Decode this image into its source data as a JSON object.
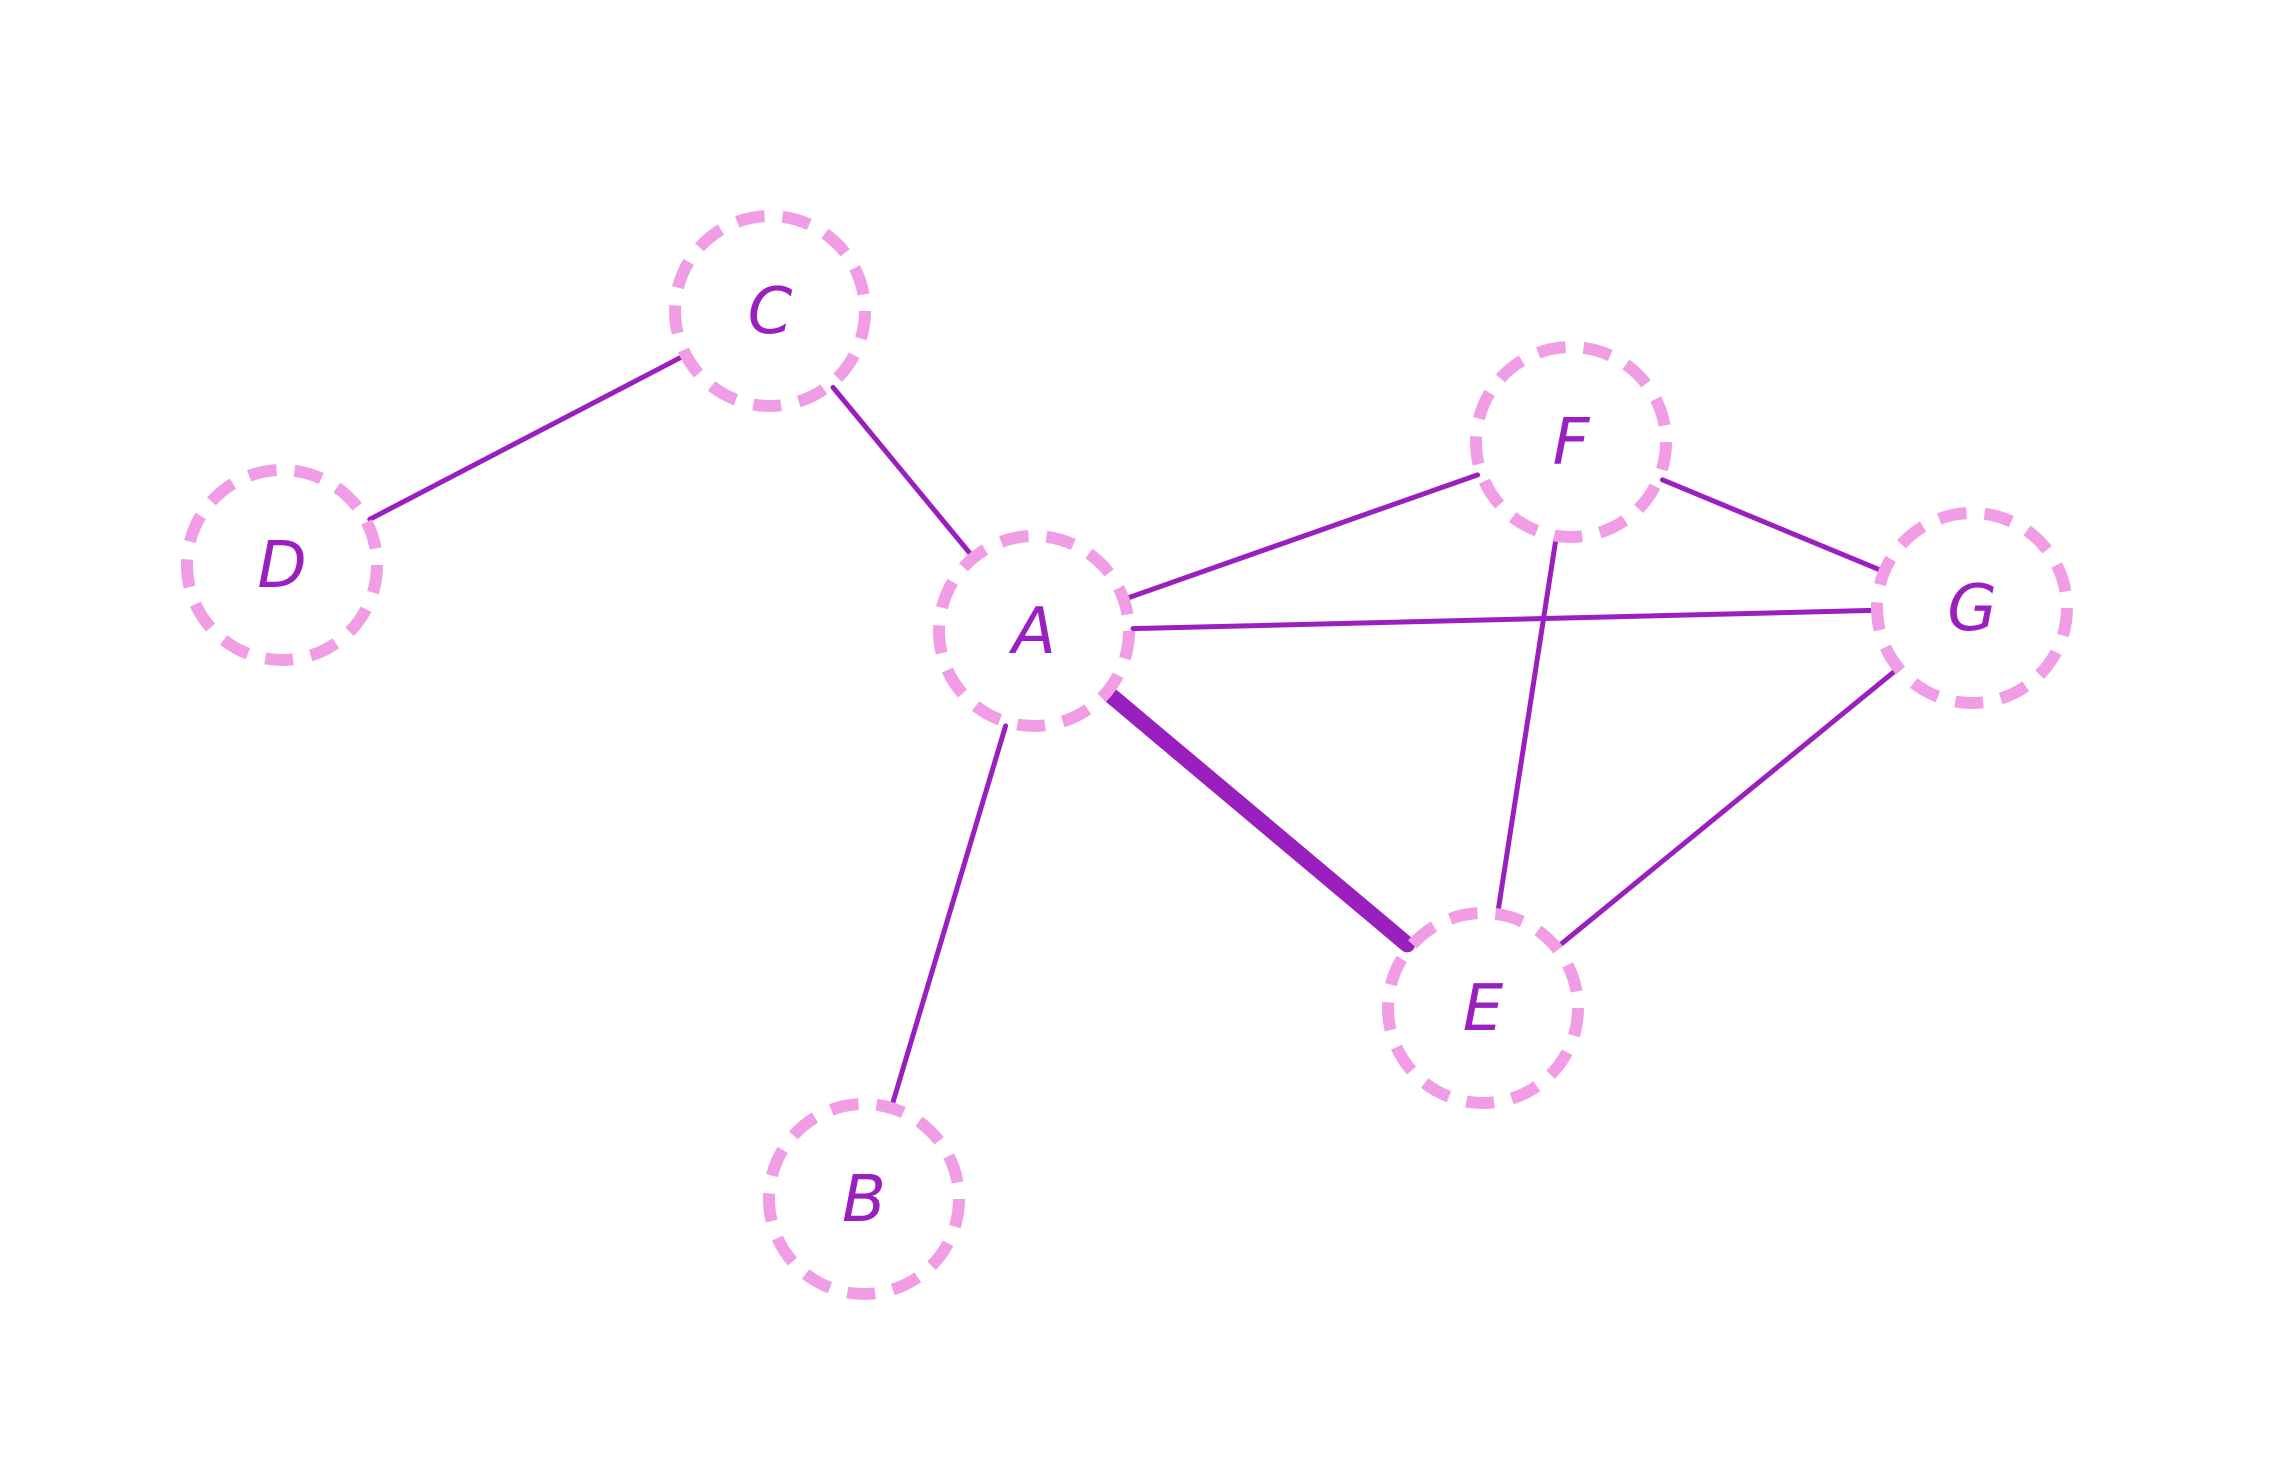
{
  "colors": {
    "edge": "#9a1fbf",
    "node_border": "#f09de6",
    "label": "#9a1fbf",
    "background": "#ffffff"
  },
  "nodes": [
    {
      "id": "A",
      "label": "A"
    },
    {
      "id": "B",
      "label": "B"
    },
    {
      "id": "C",
      "label": "C"
    },
    {
      "id": "D",
      "label": "D"
    },
    {
      "id": "E",
      "label": "E"
    },
    {
      "id": "F",
      "label": "F"
    },
    {
      "id": "G",
      "label": "G"
    }
  ],
  "edges": [
    {
      "from": "C",
      "to": "D",
      "weight": 1
    },
    {
      "from": "C",
      "to": "A",
      "weight": 1
    },
    {
      "from": "A",
      "to": "F",
      "weight": 1
    },
    {
      "from": "A",
      "to": "G",
      "weight": 1
    },
    {
      "from": "A",
      "to": "E",
      "weight": 3
    },
    {
      "from": "A",
      "to": "B",
      "weight": 1
    },
    {
      "from": "F",
      "to": "G",
      "weight": 1
    },
    {
      "from": "F",
      "to": "E",
      "weight": 1
    },
    {
      "from": "G",
      "to": "E",
      "weight": 1
    }
  ]
}
